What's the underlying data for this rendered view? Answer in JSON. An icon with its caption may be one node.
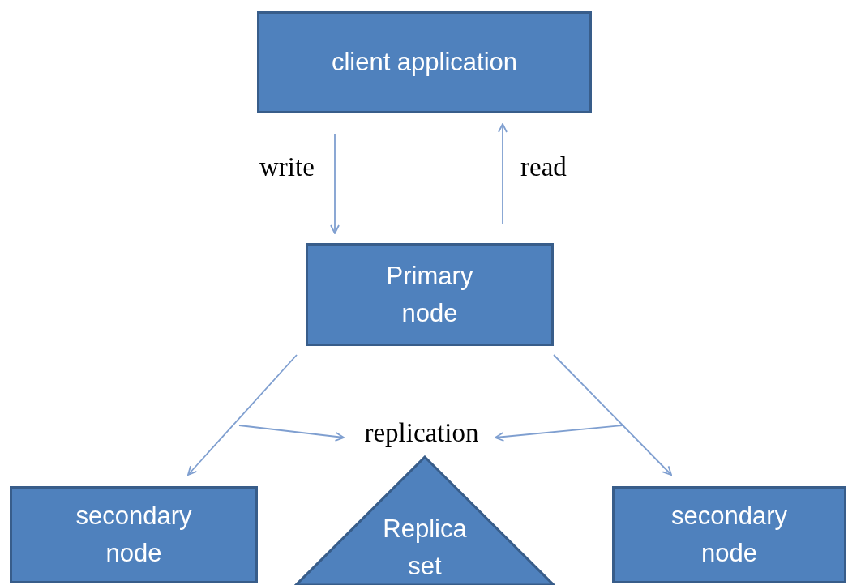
{
  "diagram": {
    "nodes": [
      {
        "text": [
          "client application"
        ]
      },
      {
        "text": [
          "Primary node"
        ]
      },
      {
        "text": [
          "replication"
        ]
      },
      {
        "text": [
          "secondary node"
        ]
      },
      {
        "text": [
          "Replica set"
        ]
      },
      {
        "text": [
          "secondary node"
        ]
      }
    ],
    "edges": [
      {
        "from": 0,
        "to": 1,
        "arrow": "to",
        "label": "write"
      },
      {
        "from": 1,
        "to": 0,
        "arrow": "to",
        "label": "read"
      },
      {
        "from": 1,
        "to": 3,
        "arrow": "to"
      },
      {
        "from": 1,
        "to": 5,
        "arrow": "to"
      },
      {
        "from": null,
        "to": 2,
        "arrow": "to"
      },
      {
        "from": null,
        "to": 2,
        "arrow": "to"
      }
    ]
  }
}
